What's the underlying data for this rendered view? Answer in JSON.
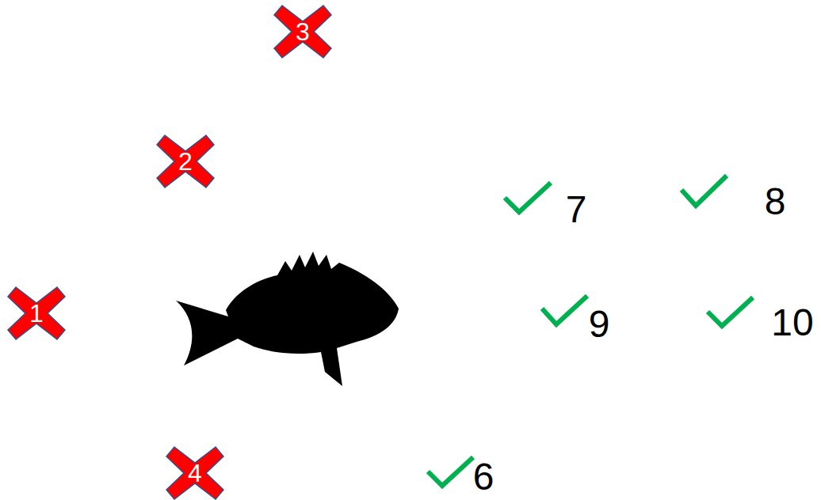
{
  "diagram": {
    "nodes": [
      {
        "text": [
          "3"
        ]
      },
      {
        "text": [
          "2"
        ]
      },
      {
        "text": [
          "1"
        ]
      },
      {
        "text": [
          "4"
        ]
      }
    ],
    "labels": [
      "7",
      "8",
      "9",
      "10",
      "6"
    ]
  }
}
